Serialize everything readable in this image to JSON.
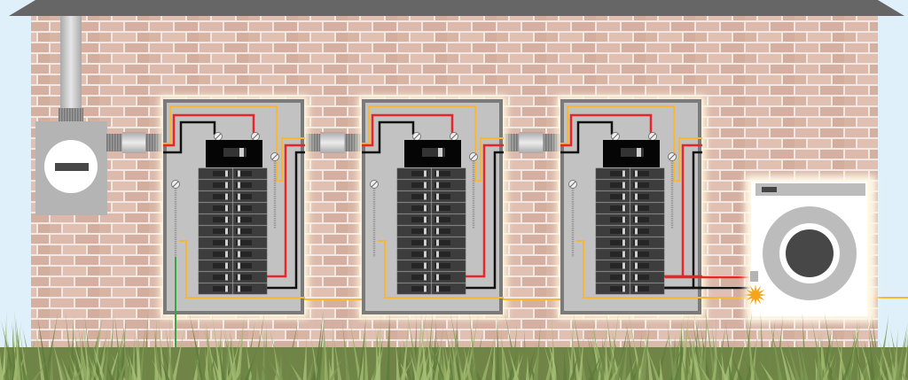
{
  "scene": {
    "panel_count": 3,
    "breaker_rows": 11,
    "fault_location": "washer-cable-entry"
  },
  "colors": {
    "sky": "#dff0fb",
    "roof": "#666666",
    "brick": "#d9b8aa",
    "mortar": "#f3ece8",
    "panel_frame": "#7a7a7a",
    "panel_inner": "#c2c2c2",
    "breaker": "#3d3d3d",
    "main_breaker": "#050505",
    "hot_red": "#e8262a",
    "hot_black": "#111111",
    "neutral": "#f7b733",
    "ground": "#3aa642",
    "spark": "#f5a41c",
    "grass": "#7f9a55"
  }
}
